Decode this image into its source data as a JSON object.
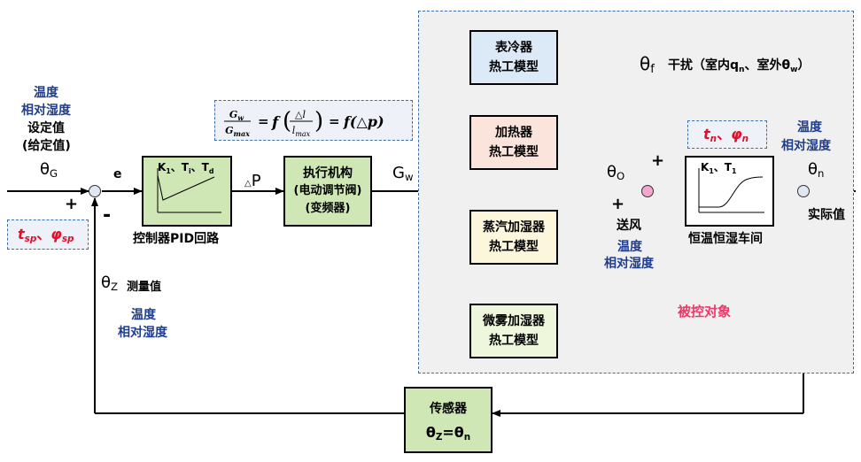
{
  "setpoint": {
    "temp": "温度",
    "rh": "相对湿度",
    "label": "设定值",
    "given": "(给定值)",
    "symbol": "θ",
    "symbol_sub": "G",
    "plus": "+",
    "minus": "-",
    "tag_t": "t",
    "tag_t_sub": "sp",
    "tag_sep": "、",
    "tag_phi": "φ",
    "tag_phi_sub": "sp"
  },
  "error_label": "e",
  "controller": {
    "params_k": "K",
    "params_k_sub": "1",
    "params_sep1": "、T",
    "params_ti_sub": "i",
    "params_sep2": "、T",
    "params_td_sub": "d",
    "caption": "控制器PID回路"
  },
  "delta_p": {
    "tri": "△",
    "p": "P"
  },
  "formula": {
    "num": "G",
    "num_sub": "w",
    "den": "G",
    "den_sub": "max",
    "eq": "=",
    "f": "f",
    "inner_num": "△l",
    "inner_den": "l",
    "inner_den_sub": "max",
    "eq2": "=",
    "rhs": "f(△p)"
  },
  "actuator": {
    "line1": "执行机构",
    "line2": "(电动调节阀)",
    "line3": "(变频器)"
  },
  "gw": {
    "g": "G",
    "sub": "w"
  },
  "models": [
    {
      "line1": "表冷器",
      "line2": "热工模型",
      "color": "#dce9f7"
    },
    {
      "line1": "加热器",
      "line2": "热工模型",
      "color": "#fbe4dc"
    },
    {
      "line1": "蒸汽加湿器",
      "line2": "热工模型",
      "color": "#fbf6dc"
    },
    {
      "line1": "微雾加湿器",
      "line2": "热工模型",
      "color": "#eef6dc"
    }
  ],
  "disturbance": {
    "symbol": "θ",
    "symbol_sub": "f",
    "text": "干扰（室内q",
    "q_sub": "n",
    "mid": "、室外θ",
    "w_sub": "w",
    "end": "）"
  },
  "supply": {
    "symbol": "θ",
    "symbol_sub": "O",
    "plus_top": "+",
    "plus_left": "+",
    "label": "送风",
    "temp": "温度",
    "rh": "相对湿度"
  },
  "plant": {
    "params_k": "K",
    "params_k_sub": "1",
    "params_sep": "、T",
    "params_t_sub": "1",
    "caption": "恒温恒湿车间",
    "tag_t": "t",
    "tag_t_sub": "n",
    "tag_sep": "、",
    "tag_phi": "φ",
    "tag_phi_sub": "n"
  },
  "output": {
    "temp": "温度",
    "rh": "相对湿度",
    "symbol": "θ",
    "symbol_sub": "n",
    "label": "实际值"
  },
  "controlled_object": "被控对象",
  "feedback": {
    "symbol": "θ",
    "symbol_sub": "Z",
    "label": "测量值",
    "temp": "温度",
    "rh": "相对湿度"
  },
  "sensor": {
    "title": "传感器",
    "eq_left": "θ",
    "eq_left_sub": "Z",
    "eq_mid": "=θ",
    "eq_right_sub": "n"
  }
}
